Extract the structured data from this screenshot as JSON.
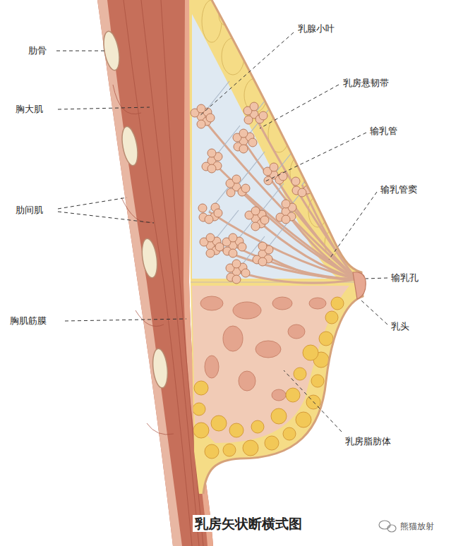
{
  "diagram": {
    "caption": "乳房矢状断横式图",
    "labels": [
      "肋骨",
      "胸大肌",
      "肋间肌",
      "胸肌筋膜",
      "乳腺小叶",
      "乳房悬韧带",
      "输乳管",
      "输乳管窦",
      "输乳孔",
      "乳头",
      "乳房脂肪体",
      "熊猫放射"
    ]
  }
}
